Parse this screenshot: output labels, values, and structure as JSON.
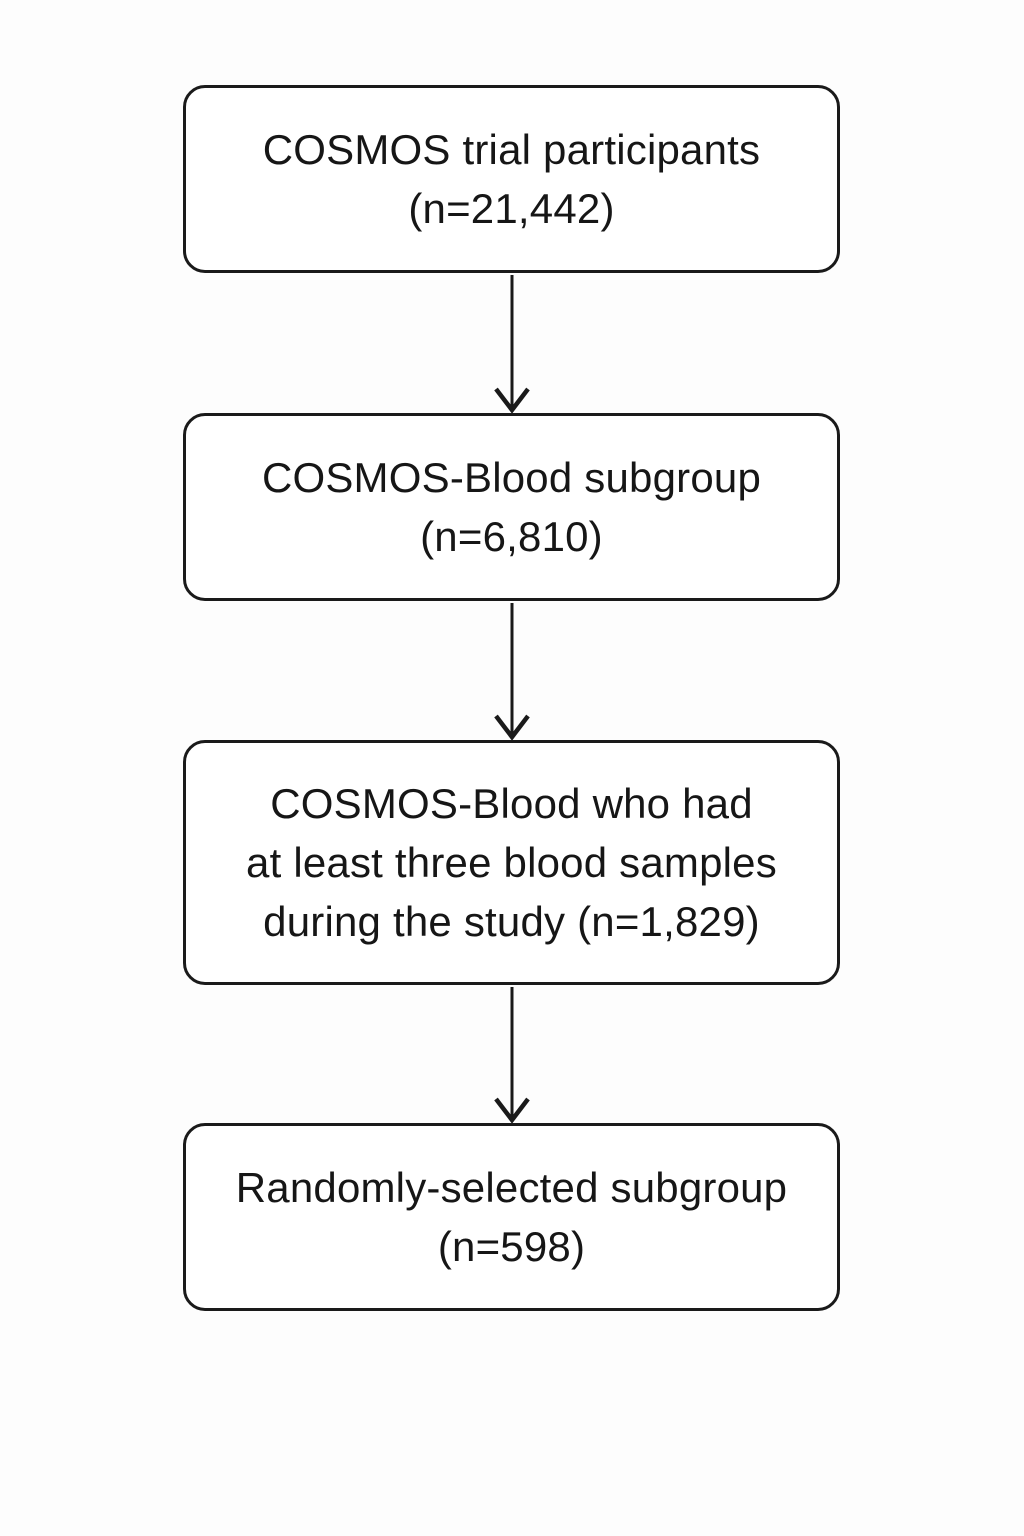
{
  "flowchart": {
    "nodes": [
      {
        "name": "cosmos-trial-participants",
        "lines": [
          "COSMOS trial participants",
          "(n=21,442)"
        ],
        "n": 21442
      },
      {
        "name": "cosmos-blood-subgroup",
        "lines": [
          "COSMOS-Blood subgroup",
          "(n=6,810)"
        ],
        "n": 6810
      },
      {
        "name": "cosmos-blood-three-samples",
        "lines": [
          "COSMOS-Blood who had",
          "at least three blood samples",
          "during the study (n=1,829)"
        ],
        "n": 1829
      },
      {
        "name": "randomly-selected-subgroup",
        "lines": [
          "Randomly-selected subgroup",
          "(n=598)"
        ],
        "n": 598
      }
    ],
    "connections": [
      {
        "from": 0,
        "to": 1
      },
      {
        "from": 1,
        "to": 2
      },
      {
        "from": 2,
        "to": 3
      }
    ],
    "colors": {
      "background": "#fdfdfd",
      "box_fill": "#ffffff",
      "box_border": "#1a1a1a",
      "text": "#161616",
      "arrow": "#1a1a1a"
    }
  }
}
